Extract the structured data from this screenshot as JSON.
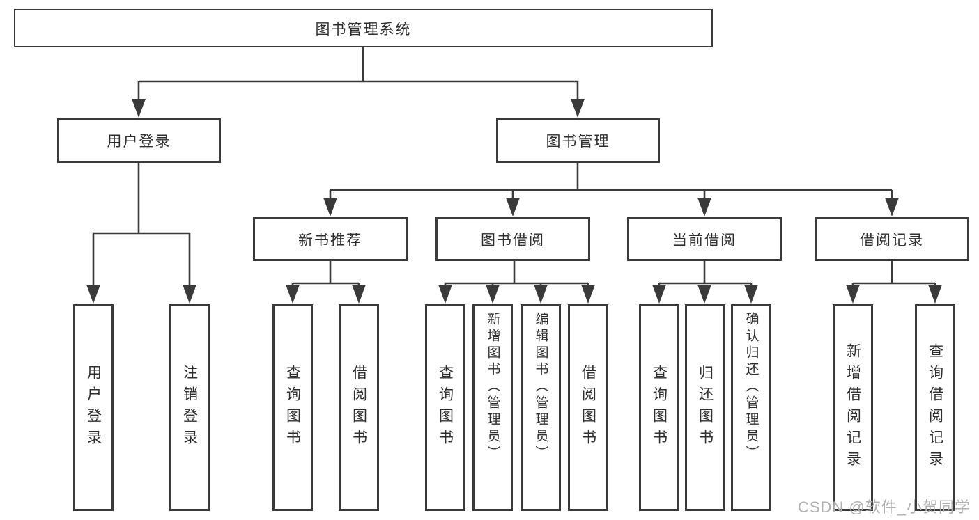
{
  "diagram_type": "hierarchy-tree",
  "colors": {
    "line": "#3a3a3a",
    "text": "#2f2f2f",
    "box_background": "#ffffff",
    "watermark": "#b0b0b0"
  },
  "tree": {
    "label": "图书管理系统",
    "children": [
      {
        "label": "用户登录",
        "children": [
          {
            "label": "用户登录"
          },
          {
            "label": "注销登录"
          }
        ]
      },
      {
        "label": "图书管理",
        "children": [
          {
            "label": "新书推荐",
            "children": [
              {
                "label": "查询图书"
              },
              {
                "label": "借阅图书"
              }
            ]
          },
          {
            "label": "图书借阅",
            "children": [
              {
                "label": "查询图书"
              },
              {
                "label": "新增图书（管理员）"
              },
              {
                "label": "编辑图书（管理员）"
              },
              {
                "label": "借阅图书"
              }
            ]
          },
          {
            "label": "当前借阅",
            "children": [
              {
                "label": "查询图书"
              },
              {
                "label": "归还图书"
              },
              {
                "label": "确认归还（管理员）"
              }
            ]
          },
          {
            "label": "借阅记录",
            "children": [
              {
                "label": "新增借阅记录"
              },
              {
                "label": "查询借阅记录"
              }
            ]
          }
        ]
      }
    ]
  },
  "watermark": "CSDN @软件_小贺同学"
}
